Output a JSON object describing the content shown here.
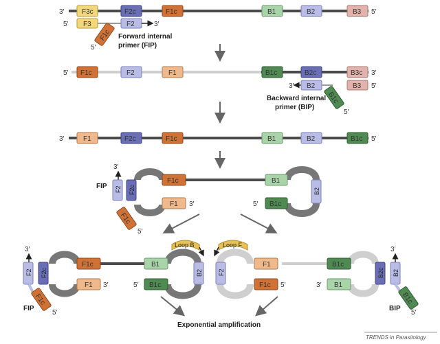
{
  "colors": {
    "orange_dark": "#d07236",
    "orange_light": "#f0b98c",
    "blue_dark": "#6a6fb5",
    "blue_light": "#b9bde6",
    "green_dark": "#4f8a53",
    "green_light": "#a9d3a9",
    "yellow": "#f2d77c",
    "pink": "#e2b3ad",
    "strand_dark": "#4a4a4a",
    "strand_light": "#cfcfcf",
    "arrow": "#666666"
  },
  "labels": {
    "five": "5′",
    "three": "3′",
    "F3c": "F3c",
    "F3": "F3",
    "F2c": "F2c",
    "F2": "F2",
    "F1c": "F1c",
    "F1": "F1",
    "B1": "B1",
    "B1c": "B1c",
    "B2": "B2",
    "B2c": "B2c",
    "B3": "B3",
    "B3c": "B3c"
  },
  "text": {
    "fip_line1": "Forward internal",
    "fip_line2": "primer (FIP)",
    "bip_line1": "Backward internal",
    "bip_line2": "primer (BIP)",
    "fip": "FIP",
    "bip": "BIP",
    "loop_b": "Loop B",
    "loop_f": "Loop F",
    "exponential": "Exponential amplification",
    "credit": "TRENDS in Parasitology"
  }
}
